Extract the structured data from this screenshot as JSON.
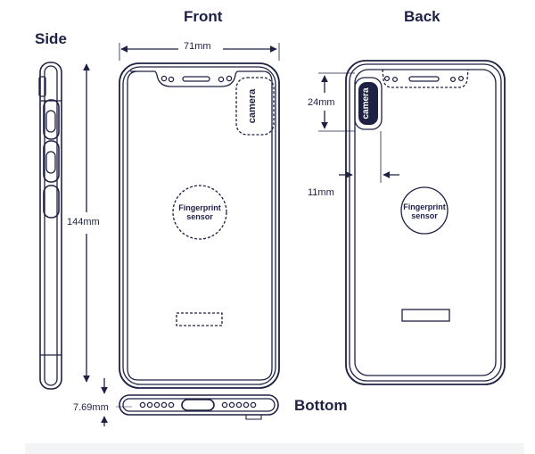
{
  "titles": {
    "front": "Front",
    "back": "Back",
    "side": "Side",
    "bottom": "Bottom"
  },
  "dimensions": {
    "width": "71mm",
    "height": "144mm",
    "thickness": "7.69mm",
    "camera_height": "24mm",
    "camera_offset": "11mm"
  },
  "labels": {
    "camera": "camera",
    "fingerprint_line1": "Fingerprint",
    "fingerprint_line2": "sensor"
  },
  "colors": {
    "line": "#1e2144",
    "camera_fill": "#1e2144",
    "dashed": "#2a2d55",
    "footer": "#f3f4f6"
  }
}
